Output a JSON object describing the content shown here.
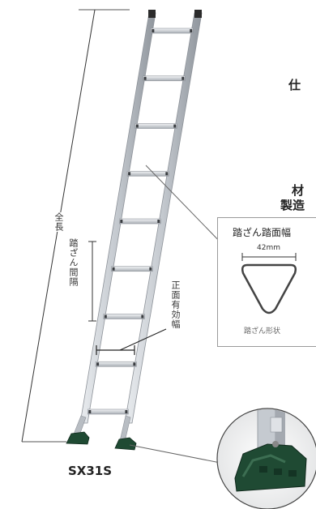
{
  "product": {
    "model": "SX31S"
  },
  "dimension_labels": {
    "overall_length": "全長",
    "rung_spacing": "踏ざん間隔",
    "effective_width": "正面有効幅"
  },
  "spec_labels": {
    "spec_heading": "仕",
    "material": "材",
    "manufacturer": "製造"
  },
  "rung_detail": {
    "title": "踏ざん踏面幅",
    "width_value": "42mm",
    "caption": "踏ざん形状"
  },
  "ladder": {
    "rung_count": 9
  },
  "colors": {
    "rail": "#c9cdd2",
    "rail_shadow": "#8d9299",
    "foot_green": "#1f4a33",
    "dimension_line": "#333333"
  }
}
